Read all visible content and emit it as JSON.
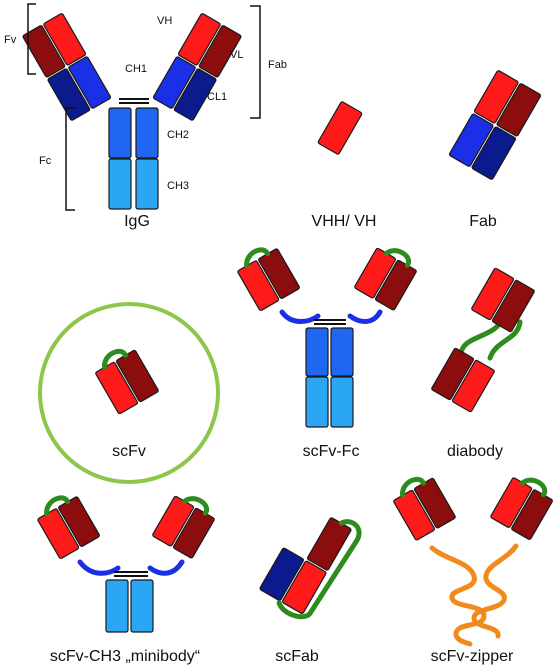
{
  "colors": {
    "vh": "#ff1a1a",
    "vl": "#8b0d0d",
    "ch1": "#1a2fe6",
    "cl1": "#0b1a8c",
    "ch2": "#1f66f0",
    "ch3": "#2aa6f5",
    "linker": "#2e8b1e",
    "hinge": "#1a2fe6",
    "zipper": "#f08a1a",
    "circle": "#8cc64a",
    "stroke": "#1a1a1a"
  },
  "labels": {
    "fv": "Fv",
    "vh": "VH",
    "vl": "VL",
    "fab_bracket": "Fab",
    "ch1": "CH1",
    "cl1": "CL1",
    "fc": "Fc",
    "ch2": "CH2",
    "ch3": "CH3"
  },
  "formats": {
    "igg": "IgG",
    "vhh": "VHH/ VH",
    "fab": "Fab",
    "scfv": "scFv",
    "scfv_fc": "scFv-Fc",
    "diabody": "diabody",
    "minibody": "scFv-CH3 „minibody“",
    "scfab": "scFab",
    "zipper": "scFv-zipper"
  }
}
